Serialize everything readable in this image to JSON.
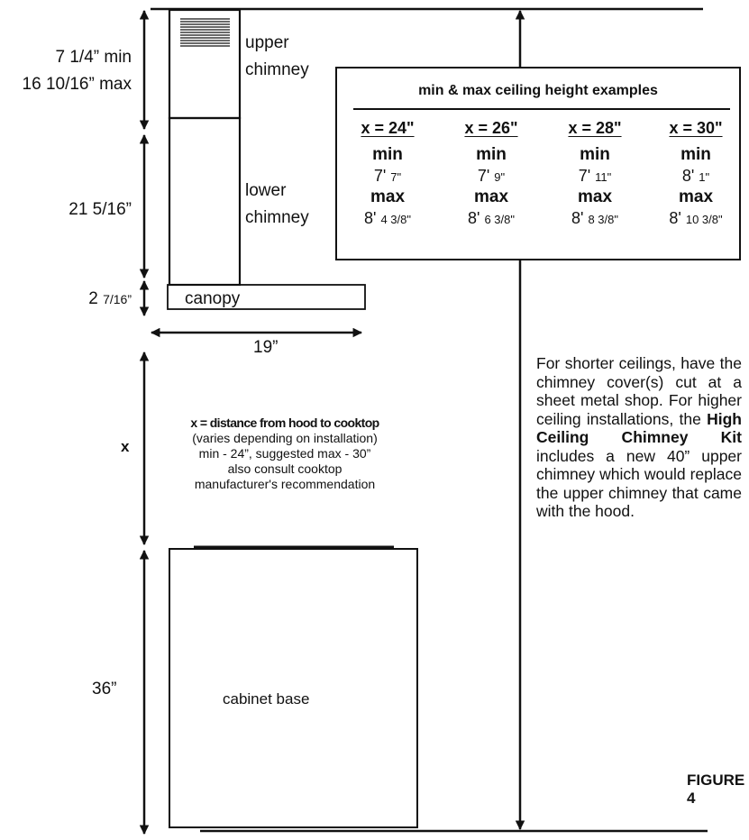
{
  "figure": {
    "label": "FIGURE 4"
  },
  "dimensions": {
    "upper_chimney_min": "7 1/4” min",
    "upper_chimney_max": "16 10/16” max",
    "lower_chimney": "21 5/16”",
    "canopy_height_whole": "2",
    "canopy_height_frac": "7/16”",
    "canopy_width": "19”",
    "x_label": "x",
    "cabinet_height": "36”"
  },
  "parts": {
    "upper_chimney_line1": "upper",
    "upper_chimney_line2": "chimney",
    "lower_chimney_line1": "lower",
    "lower_chimney_line2": "chimney",
    "canopy": "canopy",
    "cabinet_base": "cabinet base"
  },
  "x_description": {
    "line1": "x = distance from hood to cooktop",
    "line2": "(varies depending on installation)",
    "line3": "min - 24”, suggested max - 30”",
    "line4": "also consult cooktop",
    "line5": "manufacturer's recommendation"
  },
  "ceiling_table": {
    "title": "min & max ceiling height examples",
    "min_label": "min",
    "max_label": "max",
    "columns": [
      {
        "header": "x = 24\"",
        "min_ft": "7'",
        "min_in": "7\"",
        "max_ft": "8'",
        "max_in": "4 3/8\""
      },
      {
        "header": "x = 26\"",
        "min_ft": "7'",
        "min_in": "9\"",
        "max_ft": "8'",
        "max_in": "6 3/8\""
      },
      {
        "header": "x = 28\"",
        "min_ft": "7'",
        "min_in": "11\"",
        "max_ft": "8'",
        "max_in": "8 3/8\""
      },
      {
        "header": "x = 30\"",
        "min_ft": "8'",
        "min_in": "1\"",
        "max_ft": "8'",
        "max_in": "10 3/8\""
      }
    ]
  },
  "note": {
    "text1": "For shorter ceilings, have the chimney cover(s) cut at a sheet metal shop. For higher ceiling installations, the ",
    "bold": "High Ceiling Chimney Kit",
    "text2": " includes a new 40” upper chimney which would replace the upper chimney that came with the hood."
  },
  "colors": {
    "line": "#111111",
    "background": "#ffffff"
  }
}
